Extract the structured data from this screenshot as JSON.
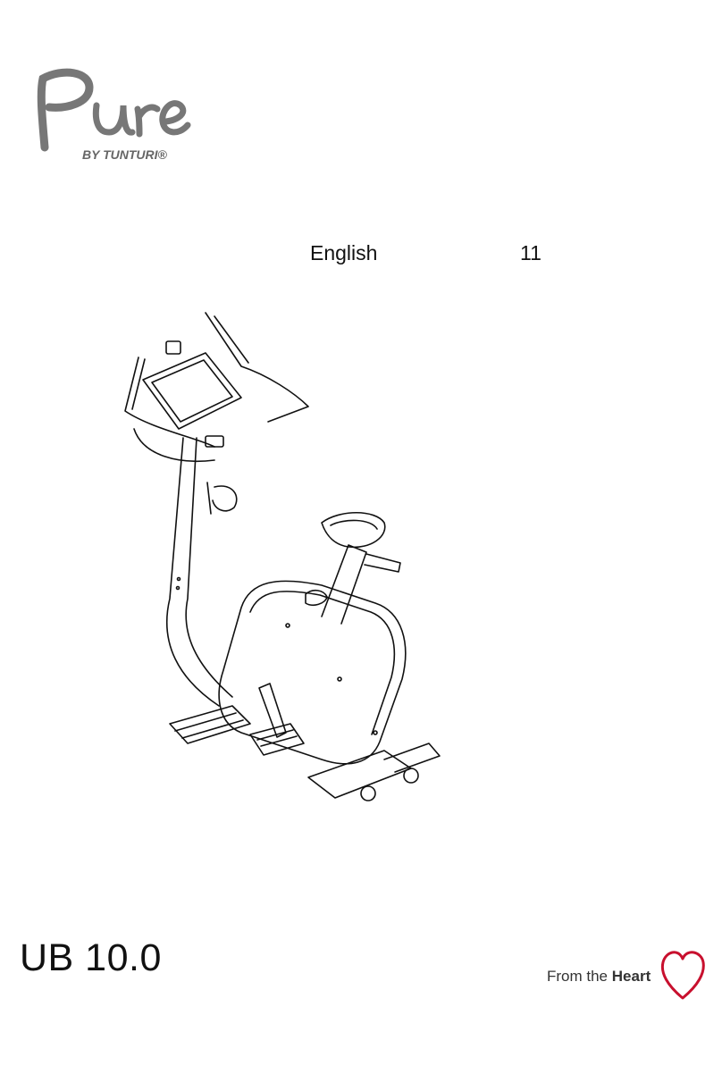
{
  "logo": {
    "brand": "Pure",
    "byline": "BY TUNTURI®",
    "color": "#777777"
  },
  "header": {
    "language": "English",
    "page_number": "11"
  },
  "illustration": {
    "icon": "exercise-bike-icon",
    "stroke": "#111111"
  },
  "footer": {
    "model": "UB 10.0",
    "tagline_prefix": "From the",
    "tagline_strong": "Heart",
    "heart_color": "#c8102e"
  }
}
